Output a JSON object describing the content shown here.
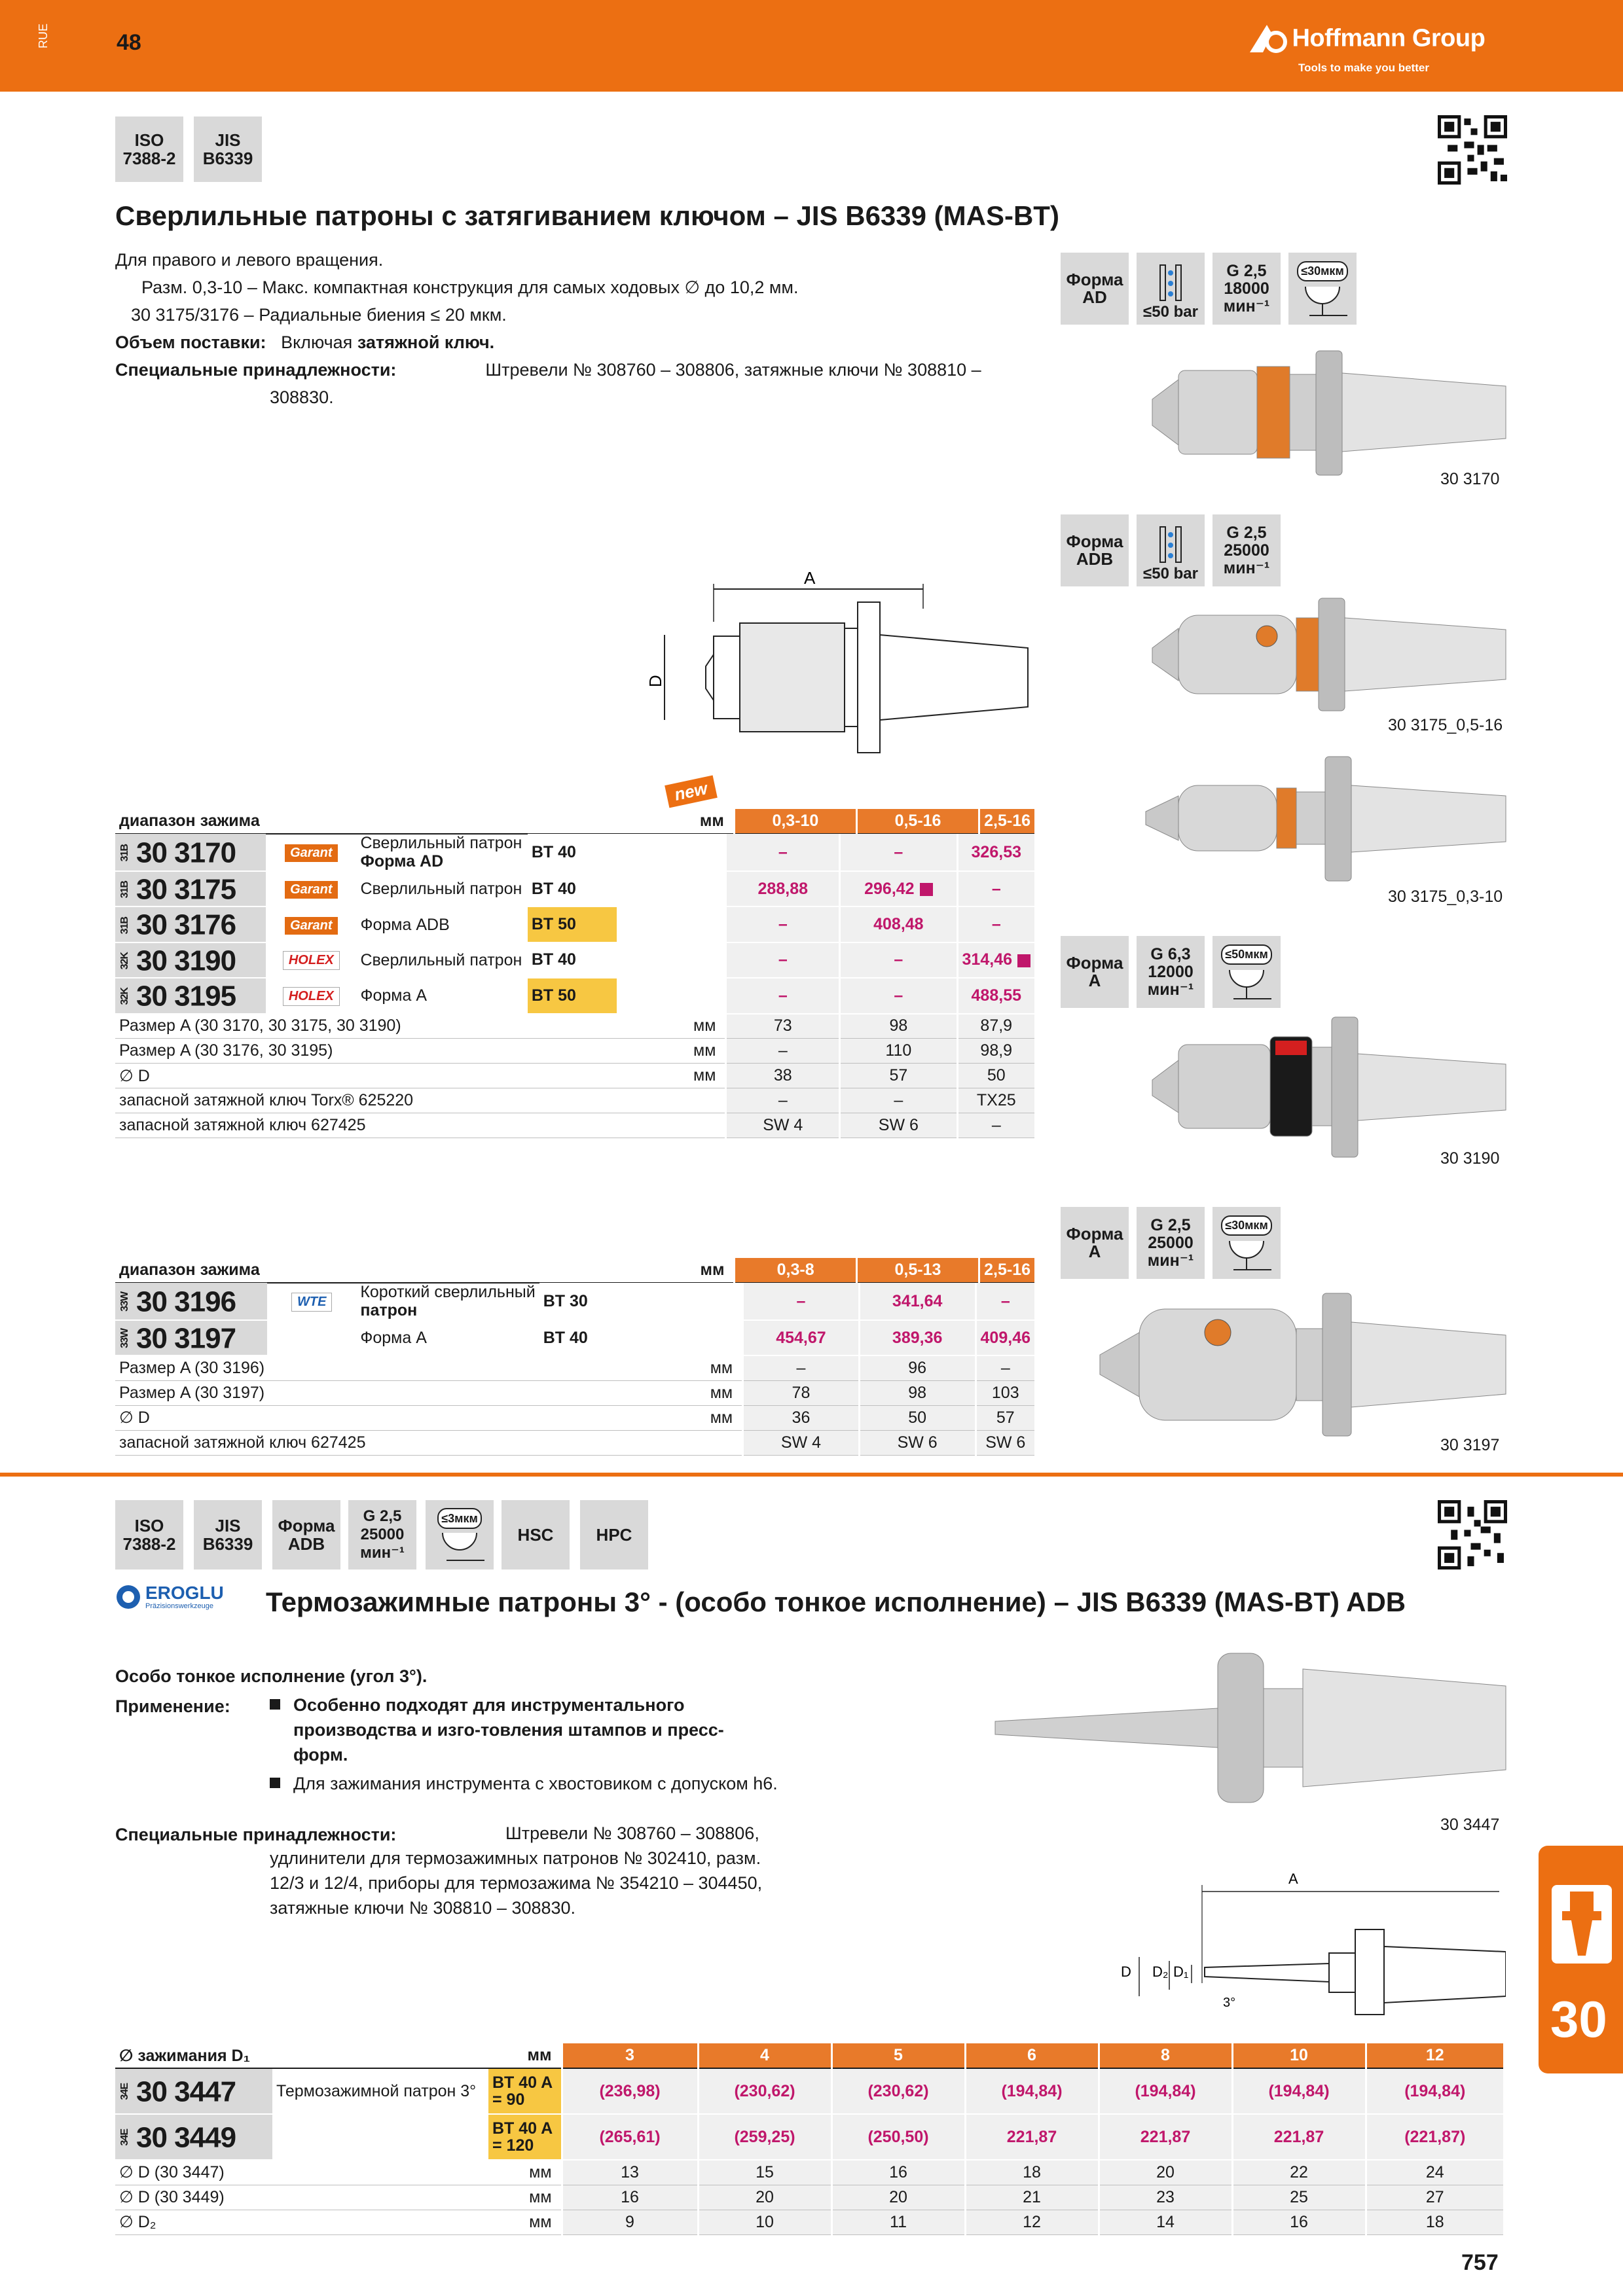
{
  "header": {
    "lang": "RUE",
    "page_top": "48",
    "brand_name": "Hoffmann Group",
    "brand_tagline": "Tools to make you better",
    "accent": "#ec6f12"
  },
  "section1": {
    "standards": [
      "ISO 7388-2",
      "JIS B6339"
    ],
    "title": "Сверлильные патроны с затягиванием ключом – JIS B6339 (MAS-BT)",
    "intro": "Для правого и левого вращения.",
    "size1_label": "Разм. 0,3-10 –",
    "size1_text": "Макс. компактная конструкция для самых ходовых ∅ до 10,2 мм.",
    "size2_label": "30 3175/3176 –",
    "size2_text": "Радиальные биения ≤ 20 мкм.",
    "delivery_label": "Объем поставки:",
    "delivery_pre": "Включая",
    "delivery_bold": "затяжной ключ.",
    "acc_label": "Специальные принадлежности:",
    "acc_text1": "Штревели № 308760 – 308806, затяжные ключи № 308810 –",
    "acc_text2": "308830.",
    "drawing_label_A": "A",
    "drawing_label_D": "D",
    "new_badge": "new",
    "table1": {
      "range_label": "диапазон зажима",
      "unit": "мм",
      "columns": [
        "0,3-10",
        "0,5-16",
        "2,5-16"
      ],
      "rows": [
        {
          "group": "31B",
          "article": "30 3170",
          "brand": "Garant",
          "desc1": "Сверлильный патрон",
          "desc2": "Форма AD",
          "bt": "BT 40",
          "prices": [
            "–",
            "–",
            "326,53"
          ]
        },
        {
          "group": "31B",
          "article": "30 3175",
          "brand": "Garant",
          "desc1": "Сверлильный патрон",
          "desc2": "",
          "bt": "BT 40",
          "prices": [
            "288,88",
            "296,42",
            "–"
          ]
        },
        {
          "group": "31B",
          "article": "30 3176",
          "brand": "Garant",
          "desc1": "Форма ADB",
          "desc2": "",
          "bt": "BT 50",
          "prices": [
            "–",
            "408,48",
            "–"
          ]
        },
        {
          "group": "32K",
          "article": "30 3190",
          "brand": "HOLEX",
          "desc1": "Сверлильный патрон",
          "desc2": "",
          "bt": "BT 40",
          "prices": [
            "–",
            "–",
            "314,46"
          ]
        },
        {
          "group": "32K",
          "article": "30 3195",
          "brand": "HOLEX",
          "desc1": "Форма A",
          "desc2": "",
          "bt": "BT 50",
          "prices": [
            "–",
            "–",
            "488,55"
          ]
        }
      ],
      "dims": [
        {
          "label": "Размер A (30 3170, 30 3175, 30 3190)",
          "unit": "мм",
          "values": [
            "73",
            "98",
            "87,9"
          ]
        },
        {
          "label": "Размер A (30 3176, 30 3195)",
          "unit": "мм",
          "values": [
            "–",
            "110",
            "98,9"
          ]
        },
        {
          "label": "∅ D",
          "unit": "мм",
          "values": [
            "38",
            "57",
            "50"
          ]
        },
        {
          "label": "запасной затяжной ключ Torx® 625220",
          "unit": "",
          "values": [
            "–",
            "–",
            "TX25"
          ]
        },
        {
          "label": "запасной затяжной ключ 627425",
          "unit": "",
          "values": [
            "SW 4",
            "SW 6",
            "–"
          ]
        }
      ]
    },
    "table2": {
      "range_label": "диапазон зажима",
      "unit": "мм",
      "columns": [
        "0,3-8",
        "0,5-13",
        "2,5-16"
      ],
      "rows": [
        {
          "group": "33W",
          "article": "30 3196",
          "brand": "WTE",
          "desc1": "Короткий сверлильный",
          "desc2": "патрон",
          "bt": "BT 30",
          "prices": [
            "–",
            "341,64",
            "–"
          ]
        },
        {
          "group": "33W",
          "article": "30 3197",
          "brand": "",
          "desc1": "Форма A",
          "desc2": "",
          "bt": "BT 40",
          "prices": [
            "454,67",
            "389,36",
            "409,46"
          ]
        }
      ],
      "dims": [
        {
          "label": "Размер A (30 3196)",
          "unit": "мм",
          "values": [
            "–",
            "96",
            "–"
          ]
        },
        {
          "label": "Размер A (30 3197)",
          "unit": "мм",
          "values": [
            "78",
            "98",
            "103"
          ]
        },
        {
          "label": "∅ D",
          "unit": "мм",
          "values": [
            "36",
            "50",
            "57"
          ]
        },
        {
          "label": "запасной затяжной ключ 627425",
          "unit": "",
          "values": [
            "SW 4",
            "SW 6",
            "SW 6"
          ]
        }
      ]
    },
    "pictos": [
      {
        "form": "Форма AD",
        "pressure": "≤50 bar",
        "speed": "G 2,5 18000 мин⁻¹",
        "runout": "≤30мкм"
      },
      {
        "form": "Форма ADB",
        "pressure": "≤50 bar",
        "speed": "G 2,5 25000 мин⁻¹",
        "runout": ""
      },
      {
        "form": "Форма A",
        "pressure": "",
        "speed": "G 6,3 12000 мин⁻¹",
        "runout": "≤50мкм"
      },
      {
        "form": "Форма A",
        "pressure": "",
        "speed": "G 2,5 25000 мин⁻¹",
        "runout": "≤30мкм"
      }
    ],
    "captions": [
      "30 3170",
      "30 3175_0,5-16",
      "30 3175_0,3-10",
      "30 3190",
      "30 3197"
    ]
  },
  "section2": {
    "standards": [
      "ISO 7388-2",
      "JIS B6339",
      "Форма ADB",
      "G 2,5 25000 мин⁻¹",
      "≤3мкм",
      "HSC",
      "HPC"
    ],
    "brand": "EROGLU",
    "brand_sub": "Präzisionswerkzeuge",
    "title": "Термозажимные патроны 3° - (особо тонкое исполнение) – JIS B6339 (MAS-BT) ADB",
    "intro": "Особо тонкое исполнение (угол 3°).",
    "app_label": "Применение:",
    "app_items": [
      "Особенно подходят для инструментального производства и изго-товления штампов и пресс-форм.",
      "Для зажимания инструмента с хвостовиком с допуском h6."
    ],
    "acc_label": "Специальные принадлежности:",
    "acc_lines": [
      "Штревели № 308760 – 308806,",
      "удлинители для термозажимных патронов № 302410, разм.",
      "12/3 и 12/4, приборы для термозажима № 354210 – 304450,",
      "затяжные ключи № 308810 – 308830."
    ],
    "caption": "30 3447",
    "drawing": {
      "A": "A",
      "D": "D",
      "D2": "D₂",
      "D1": "D₁",
      "angle": "3°"
    },
    "table": {
      "range_label": "∅ зажимания D₁",
      "unit": "мм",
      "columns": [
        "3",
        "4",
        "5",
        "6",
        "8",
        "10",
        "12"
      ],
      "rows": [
        {
          "group": "34E",
          "article": "30 3447",
          "desc": "Термозажимной патрон 3°",
          "bt": "BT 40 A = 90",
          "prices": [
            "(236,98)",
            "(230,62)",
            "(230,62)",
            "(194,84)",
            "(194,84)",
            "(194,84)",
            "(194,84)"
          ]
        },
        {
          "group": "34E",
          "article": "30 3449",
          "desc": "",
          "bt": "BT 40 A = 120",
          "prices": [
            "(265,61)",
            "(259,25)",
            "(250,50)",
            "221,87",
            "221,87",
            "221,87",
            "(221,87)"
          ]
        }
      ],
      "dims": [
        {
          "label": "∅ D (30 3447)",
          "unit": "мм",
          "values": [
            "13",
            "15",
            "16",
            "18",
            "20",
            "22",
            "24"
          ]
        },
        {
          "label": "∅ D (30 3449)",
          "unit": "мм",
          "values": [
            "16",
            "20",
            "20",
            "21",
            "23",
            "25",
            "27"
          ]
        },
        {
          "label": "∅ D₂",
          "unit": "мм",
          "values": [
            "9",
            "10",
            "11",
            "12",
            "14",
            "16",
            "18"
          ]
        }
      ]
    }
  },
  "side_tab": "30",
  "page_bottom": "757"
}
